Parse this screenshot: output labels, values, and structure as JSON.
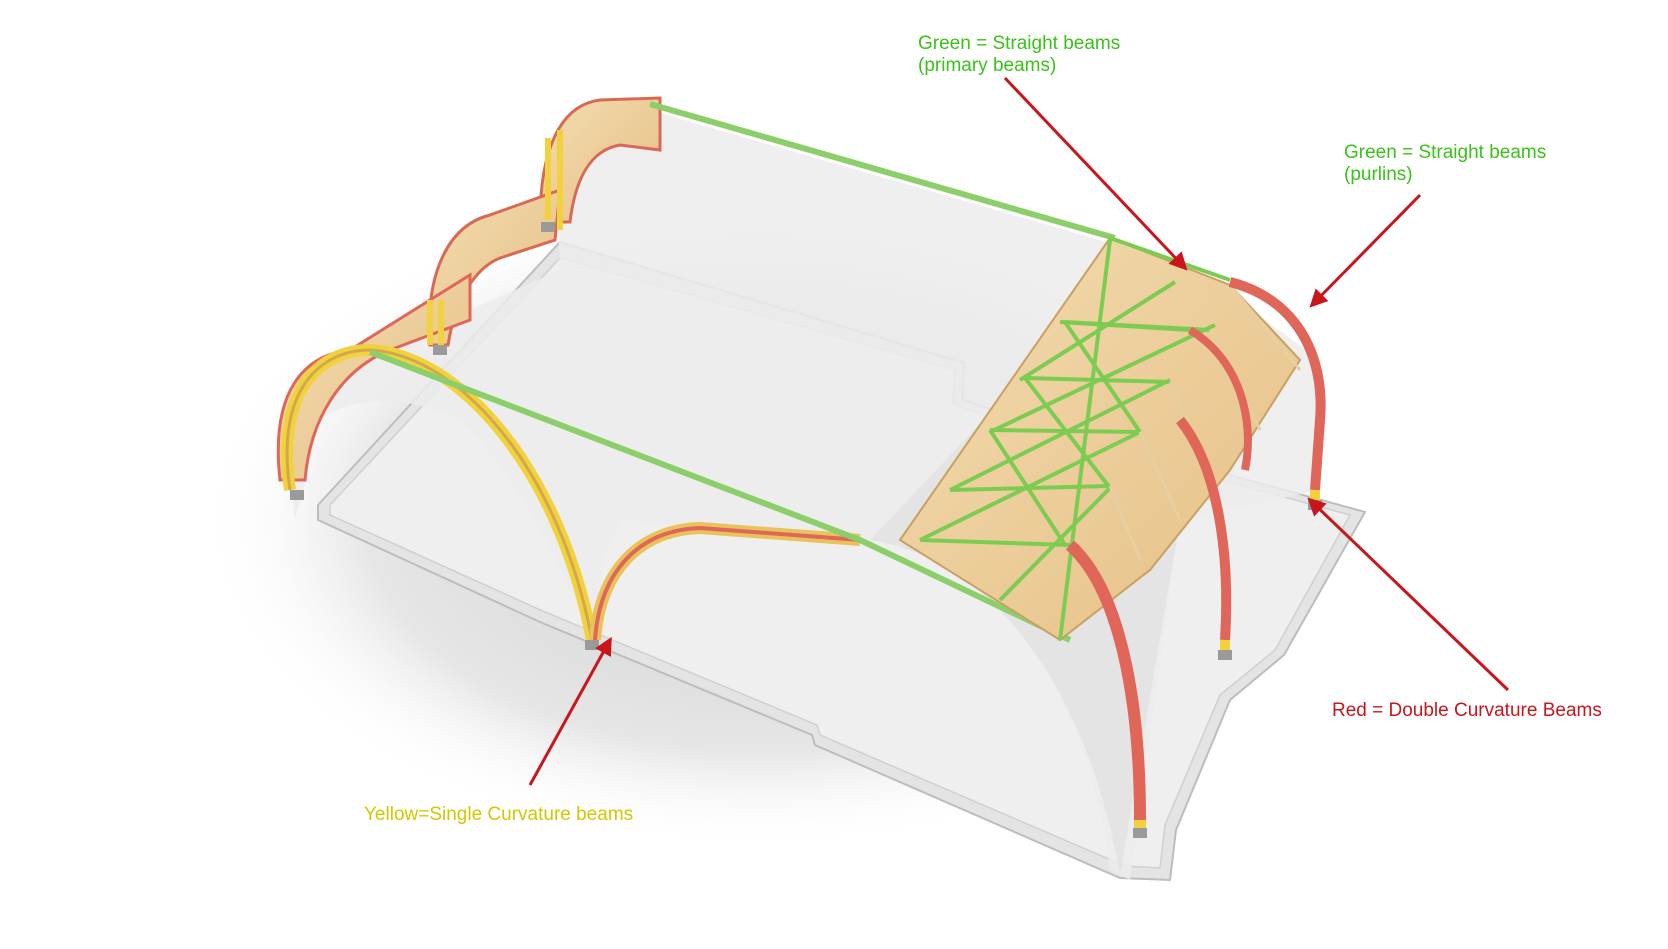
{
  "annotations": {
    "primary_beams": {
      "line1": "Green = Straight beams",
      "line2": "(primary beams)"
    },
    "purlins": {
      "line1": "Green = Straight beams",
      "line2": "(purlins)"
    },
    "double_curvature": {
      "text": "Red = Double Curvature Beams"
    },
    "single_curvature": {
      "text": "Yellow=Single Curvature beams"
    }
  },
  "colors": {
    "green": "#39c218",
    "red": "#c8161c",
    "yellow": "#d4c600",
    "timber": "#d9a86a",
    "timber_light": "#ecd2a4",
    "beam_red": "#e0665a",
    "beam_yellow": "#f2d23c",
    "arrow": "#c8161c",
    "floor": "#f0f0f0",
    "shadow": "#d8d8d8"
  }
}
